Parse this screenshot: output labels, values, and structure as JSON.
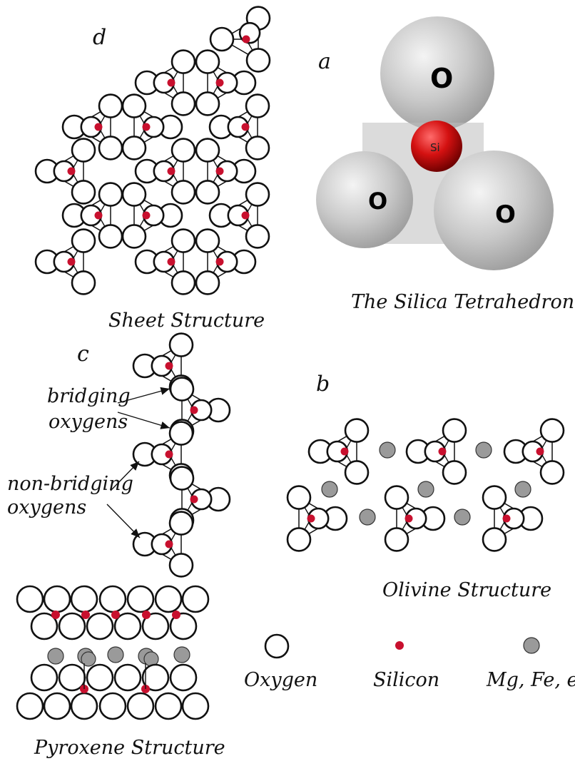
{
  "panels": {
    "a": {
      "letter": "a",
      "caption": "The Silica Tetrahedron",
      "oxygen_label": "O",
      "silicon_label": "Si"
    },
    "b": {
      "letter": "b",
      "caption": "Olivine Structure"
    },
    "c": {
      "letter": "c",
      "bridging_label_line1": "bridging",
      "bridging_label_line2": "oxygens",
      "nonbridging_label_line1": "non-bridging",
      "nonbridging_label_line2": "oxygens"
    },
    "d": {
      "letter": "d",
      "caption": "Sheet Structure"
    },
    "pyroxene": {
      "caption": "Pyroxene Structure"
    }
  },
  "legend": {
    "oxygen": "Oxygen",
    "silicon": "Silicon",
    "cation": "Mg, Fe, etc."
  },
  "colors": {
    "silicon": "#c8102e",
    "cation": "#9a9a9a",
    "oxygen_fill": "#ffffff",
    "outline": "#111111",
    "sphere": "#c6c6c6"
  }
}
